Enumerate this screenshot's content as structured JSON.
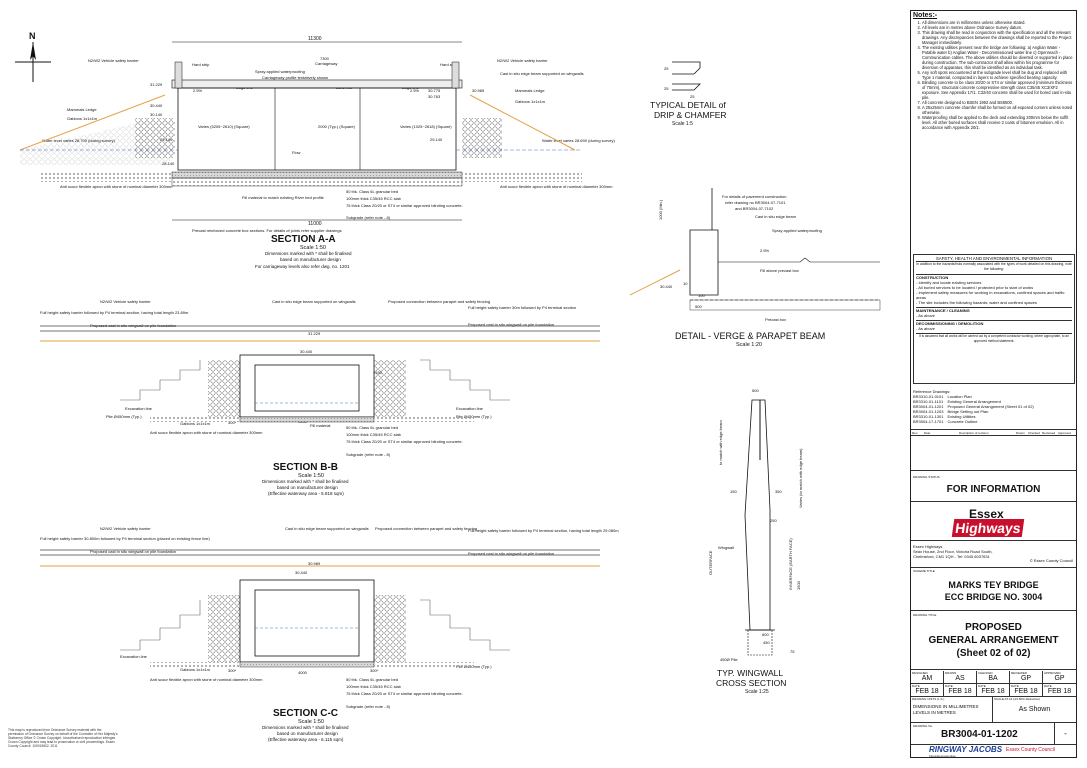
{
  "drawing": {
    "north": "N",
    "section_aa": {
      "title": "SECTION A-A",
      "scale": "Scale 1:50",
      "note1": "Dimensions marked with * shall be finalised",
      "note2": "based on manufacturer design",
      "note3": "For carriageway levels also refer dwg. no. 1201",
      "caption": "Precast reinforced concrete box sections. For details of joints refer supplier drawings",
      "labels": {
        "dim_total": "11300",
        "dim_bottom": "11000",
        "carriageway": "7300",
        "carriageway_lbl": "Carriageway",
        "barrier_l": "N2/W2 Vehicle safety barrier",
        "barrier_r": "N2/W2 Vehicle safety barrier",
        "hard_strip_l": "Hard strip",
        "hard_strip_r": "Hard strip",
        "waterproofing": "Spray applied waterproofing",
        "profile": "Carriageway profile tentatively shown",
        "lane_line": "Lane line",
        "edge_line_l": "Edge line",
        "edge_line_r": "Edge line",
        "cast_beam": "Cast in situ edge beam supported on wingwalls",
        "mammals_l": "Mammals Ledge",
        "mammals_r": "Mammals Ledge",
        "gabions_l": "Gabions 1x1x1m",
        "gabions_r": "Gabions 1x1x1m",
        "varies_l": "Varies (5205~2610) (Square)",
        "varies_r": "Varies (1025~2618) (Square)",
        "square_mid": "2000 (Typ.) (Square)",
        "flow": "Flow",
        "water_l": "Water level varies 28.700 (during survey)",
        "water_r": "Water level varies 28.690 (during survey)",
        "apron_l": "Anti scour flexible apron with stone of nominal diameter 300mm",
        "apron_r": "Anti scour flexible apron with stone of nominal diameter 300mm",
        "fill": "Fill material to match existing River bed profile",
        "bed1": "50 thk. Class 6L granular bed",
        "bed2": "100mm thick C35/45 RCC slab",
        "bed3": "75 thick Class 20/20 or ST4 or similar approved blinding concrete.",
        "subgrade": "Subgrade (refer note - 8)",
        "lvl1": "31.229",
        "lvl2": "30.440",
        "lvl3": "30.140",
        "lvl4": "29.140",
        "lvl5": "30.775",
        "lvl6": "30.989",
        "lvl7": "30.763",
        "lvl8": "28.140",
        "lvl9": "29.140",
        "slope1": "2.5%",
        "slope2": "2.5%"
      }
    },
    "section_bb": {
      "title": "SECTION B-B",
      "scale": "Scale 1:50",
      "note1": "Dimensions marked with * shall be finalised",
      "note2": "based on manufacturer design",
      "note3": "(Effective waterway area - 5.818 sqm)",
      "labels": {
        "barrier": "N2/W2 Vehicle safety barrier",
        "full_barrier_l": "Full height safety barrier followed by P4 terminal section, having total length 23.89m",
        "wingwall_l": "Proposed cast in situ wingwall on pile foundation",
        "beam": "Cast in situ edge beam supported on wingwalls",
        "connection": "Proposed connection between parapet and safety fencing",
        "full_barrier_r": "Full height safety barrier 30m followed by P4 terminal section",
        "wingwall_r": "Proposed cast in situ wingwall on pile foundation",
        "lvl1": "31.229",
        "lvl2": "30.440",
        "chamfer": "Chamfer 150x150",
        "mammals": "Mammals Ledge",
        "lvl3": "29.140",
        "water": "Water Level varies",
        "lvl4": "28.143",
        "fill": "Fill material",
        "excav_l": "Excavation line",
        "excav_r": "Excavation line",
        "pile_l": "Pile Ø450mm (Typ.)",
        "pile_r": "Pile Ø450mm (Typ.)",
        "gabions": "Gabions 1x1x1m",
        "apron": "Anti scour flexible apron with stone of nominal diameter 300mm",
        "width": "4000",
        "d300": "300*",
        "bed1": "50 thk. Class 6L granular bed",
        "bed2": "100mm thick C35/45 RCC slab",
        "bed3": "75 thick Class 20/20 or ST4 or similar approved blinding concrete.",
        "subgrade": "Subgrade (refer note - 8)",
        "d500": "500",
        "d1500": "1500"
      }
    },
    "section_cc": {
      "title": "SECTION C-C",
      "scale": "Scale 1:50",
      "note1": "Dimensions marked with * shall be finalised",
      "note2": "based on manufacturer design",
      "note3": "(Effective waterway area - 6.115 sqm)",
      "labels": {
        "barrier": "N2/W2 Vehicle safety barrier",
        "full_barrier_l": "Full height safety barrier 30.800m followed by P4 terminal section (placed on existing fence line)",
        "wingwall_l": "Proposed cast in situ wingwall on pile foundation",
        "beam": "Cast in situ edge beam supported on wingwalls",
        "connection": "Proposed connection between parapet and safety fencing",
        "full_barrier_r": "Full height safety barrier followed by P4 terminal section, having total length 29.080m",
        "wingwall_r": "Proposed cast in situ wingwall on pile foundation",
        "lvl1": "30.989",
        "lvl2": "30.440",
        "lvl3": "30.140",
        "chamfer": "Chamfer 150x150",
        "mammals": "Mammals Ledge",
        "lvl4": "29.140",
        "water": "Water Level varies",
        "lvl5": "28.143",
        "fill": "Fill material",
        "excav": "Excavation line",
        "pile": "Pile Ø450mm (Typ.)",
        "gabions": "Gabions 1x1x1m",
        "apron": "Anti scour flexible apron with stone of nominal diameter 300mm",
        "width": "4000",
        "d300a": "300*",
        "d300b": "300*",
        "bed1": "50 thk. Class 6L granular bed",
        "bed2": "100mm thick C35/45 RCC slab",
        "bed3": "75 thick Class 20/20 or ST4 or similar approved blinding concrete.",
        "subgrade": "Subgrade (refer note - 8)"
      }
    },
    "drip": {
      "title1": "TYPICAL DETAIL of",
      "title2": "DRIP & CHAMFER",
      "scale": "Scale 1:5",
      "d25a": "25",
      "d25b": "25",
      "d25c": "25"
    },
    "verge": {
      "title": "DETAIL - VERGE & PARAPET BEAM",
      "scale": "Scale 1:20",
      "note1": "For details of pavement construction",
      "note2": "refer drawing no BR3004-07-7101",
      "note3": "and BR3004-07-7102",
      "beam": "Cast in situ edge beam",
      "wp": "Spray applied waterproofing",
      "slope": "2.5%",
      "fill": "Fill above precast box",
      "box": "Precast box",
      "lvl": "30.440",
      "d1000": "1000 (Min.)",
      "d500": "500",
      "d100": "100",
      "d10": "10"
    },
    "wingwall": {
      "title1": "TYP. WINGWALL",
      "title2": "CROSS SECTION",
      "scale": "Scale 1:25",
      "match": "to match with edge beam",
      "d500": "500",
      "d150": "150",
      "d350": "350",
      "d250": "250",
      "varies": "Varies (to match with edge beam)",
      "outer": "OUTERFACE",
      "inner": "INNERFACE (EARTH FACE)",
      "wing": "Wingwall",
      "d1500": "1500",
      "d600": "600",
      "d450": "450",
      "d75": "75",
      "pile": "450Ø Pile"
    },
    "copyright": "This map is reproduced from Ordnance Survey material with the permission of Ordnance Survey on behalf of the Controller of Her Majesty's Stationery Office © Crown Copyright. Unauthorised reproduction infringes Crown Copyright and may lead to prosecution or civil proceedings. Essex County Council. 100019602. 2011"
  },
  "titleblock": {
    "notes_title": "Notes:-",
    "notes": [
      "All dimensions are in millimetres unless otherwise stated.",
      "All levels are in metres above Ordnance Survey datum.",
      "This drawing shall be read in conjunction with the specification and all the relevant drawings. Any discrepancies between the drawings shall be reported to the Project Manager immediately.",
      "The existing utilities present near the bridge are following: a) Anglian Water - Potable water b) Anglian Water - Decommissioned water line c) Openreach - Communication cables. The above utilities should be diverted or supported in place during construction. The sub-contractor shall allow within his programme for diversion of apparatus, this shall be identified as an individual task.",
      "Any soft spots encountered at the subgrade level shall be dug and replaced with Type 1 material, compacted in layers to achieve specified bearing capacity.",
      "Blinding concrete to be class 20/20 or ST4 or similar approved (minimum thickness of 75mm), structural concrete compressive strength class C35/45 XC3/XF2 exposure. See Appendix 17/1. C32/40 concrete shall be used for bored cast in-situ pile.",
      "All concrete designed to BSEN 1992 and BS8500.",
      "A 25x25mm concrete chamfer shall be formed on all exposed corners unless noted otherwise.",
      "Waterproofing shall be applied to the deck and extending 200mm below the soffit level. All other buried surfaces shall receive 2 coats of bitumen emulsion. All in accordance with Appendix 20/1."
    ],
    "shb": {
      "title": "SAFETY, HEALTH AND ENVIRONMENTAL INFORMATION",
      "intro": "In addition to the hazards/risks normally associated with the types of work detailed on this drawing, note the following:",
      "construction": "CONSTRUCTION",
      "c_items": [
        "- Identify and locate existing services",
        "- All buried services to be located / protected prior to start of works",
        "- Implement safety measures for working in excavations, confined spaces and traffic areas",
        "- The site includes the following hazards; water and confined spaces"
      ],
      "maintenance": "MAINTENANCE / CLEANING",
      "m_item": "- As above",
      "decom": "DECOMMISSIONING / DEMOLITION",
      "d_item": "- As above",
      "footer": "It is assumed that all works will be carried out by a competent contractor working, where appropriate, to an approved method statement."
    },
    "refs_title": "Reference Drawings:",
    "refs": [
      [
        "BR3310-01-0101",
        "Location Plan"
      ],
      [
        "BR3310-01-1101",
        "Existing General Arrangement"
      ],
      [
        "BR3004-01-1201",
        "Proposed General Arrangement (Sheet 01 of 02)"
      ],
      [
        "BR3004-01-1203",
        "Bridge Setting out Plan"
      ],
      [
        "BR3310-01-1301",
        "Existing Utilities"
      ],
      [
        "BR3004-17-1701",
        "Concrete Outline"
      ]
    ],
    "rev_headers": [
      "Rev.",
      "Date",
      "Description of revision",
      "Drawn",
      "Checked",
      "Reviewed",
      "Approved"
    ],
    "status_label": "DRAWING STATUS",
    "status": "FOR INFORMATION",
    "logo_top": "Essex",
    "logo_bottom": "Highways",
    "address": [
      "Essex Highways",
      "Seax House, 2nd Floor, Victoria Road South,",
      "Chelmsford, CM1 1QH - Tel: 0345 6037631"
    ],
    "county": "© Essex County Council",
    "scheme_label": "SCHEME TITLE",
    "scheme1": "MARKS TEY BRIDGE",
    "scheme2": "ECC BRIDGE NO. 3004",
    "dtitle_label": "DRAWING TITLE",
    "dtitle1": "PROPOSED",
    "dtitle2": "GENERAL ARRANGEMENT",
    "dtitle3": "(Sheet 02 of 02)",
    "roles": [
      "DESIGNED",
      "DRAWN",
      "CHECKED",
      "REVIEWED",
      "APPROVED"
    ],
    "initials": [
      "AM",
      "AS",
      "BA",
      "GP",
      "GP"
    ],
    "date_label": "DATE",
    "dates": [
      "FEB 18",
      "FEB 18",
      "FEB 18",
      "FEB 18",
      "FEB 18"
    ],
    "units_label": "DRAWING UNITS (L.S.)",
    "units1": "DIMENSIONS IN MILLIMETRES",
    "units2": "LEVELS IN METRES",
    "scale_label": "SCALE AT A1 (A3 50% Reduction)",
    "scale": "As Shown",
    "dno_label": "DRAWING No.",
    "dno": "BR3004-01-1202",
    "rev_label": "REV.",
    "rev": "-",
    "rj": "RINGWAY JACOBS",
    "rj_sub": "Integrated expertise",
    "ecc": "Essex County Council"
  }
}
